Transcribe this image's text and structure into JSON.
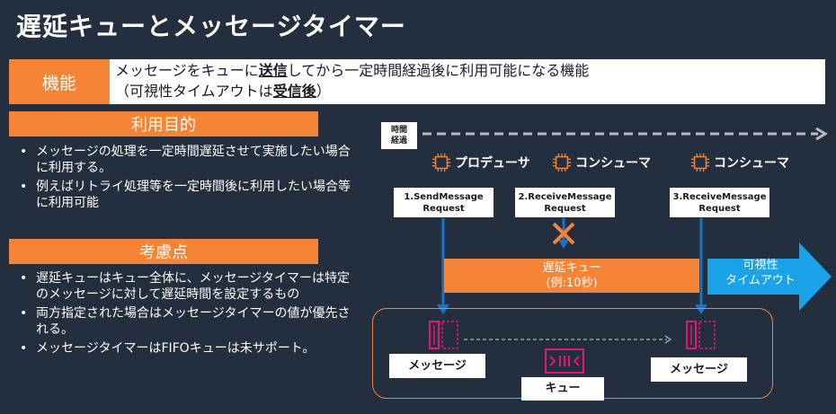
{
  "title": "遅延キューとメッセージタイマー",
  "function": {
    "label": "機能",
    "line1_pre": "メッセージをキューに",
    "line1_strong": "送信",
    "line1_post": "してから一定時間経過後に利用可能になる機能",
    "line2_pre": "（可視性タイムアウトは",
    "line2_strong": "受信後",
    "line2_post": "）"
  },
  "purpose": {
    "heading": "利用目的",
    "items": [
      "メッセージの処理を一定時間遅延させて実施したい場合に利用する。",
      "例えばリトライ処理等を一定時間後に利用したい場合等に利用可能"
    ]
  },
  "considerations": {
    "heading": "考慮点",
    "items": [
      "遅延キューはキュー全体に、メッセージタイマーは特定のメッセージに対して遅延時間を設定するもの",
      "両方指定された場合はメッセージタイマーの値が優先される。",
      "メッセージタイマーはFIFOキューは未サポート。"
    ]
  },
  "diagram": {
    "time_label_1": "時間",
    "time_label_2": "経過",
    "actors": [
      "プロデューサ",
      "コンシューマ",
      "コンシューマ"
    ],
    "requests": [
      {
        "line1": "1.SendMessage",
        "line2": "Request"
      },
      {
        "line1": "2.ReceiveMessage",
        "line2": "Request"
      },
      {
        "line1": "3.ReceiveMessage",
        "line2": "Request"
      }
    ],
    "delay_line1": "遅延キュー",
    "delay_line2": "(例:10秒)",
    "visibility_line1": "可視性",
    "visibility_line2": "タイムアウト",
    "message_label_left": "メッセージ",
    "message_label_right": "メッセージ",
    "queue_label": "キュー"
  },
  "colors": {
    "background": "#232f3e",
    "accent_orange": "#f58536",
    "arrow_blue": "#1a73c8",
    "visibility_blue": "#1aa3e8",
    "message_pink": "#e7157b"
  },
  "icons": [
    "chip-icon",
    "cross-icon",
    "message-icon",
    "queue-icon"
  ]
}
